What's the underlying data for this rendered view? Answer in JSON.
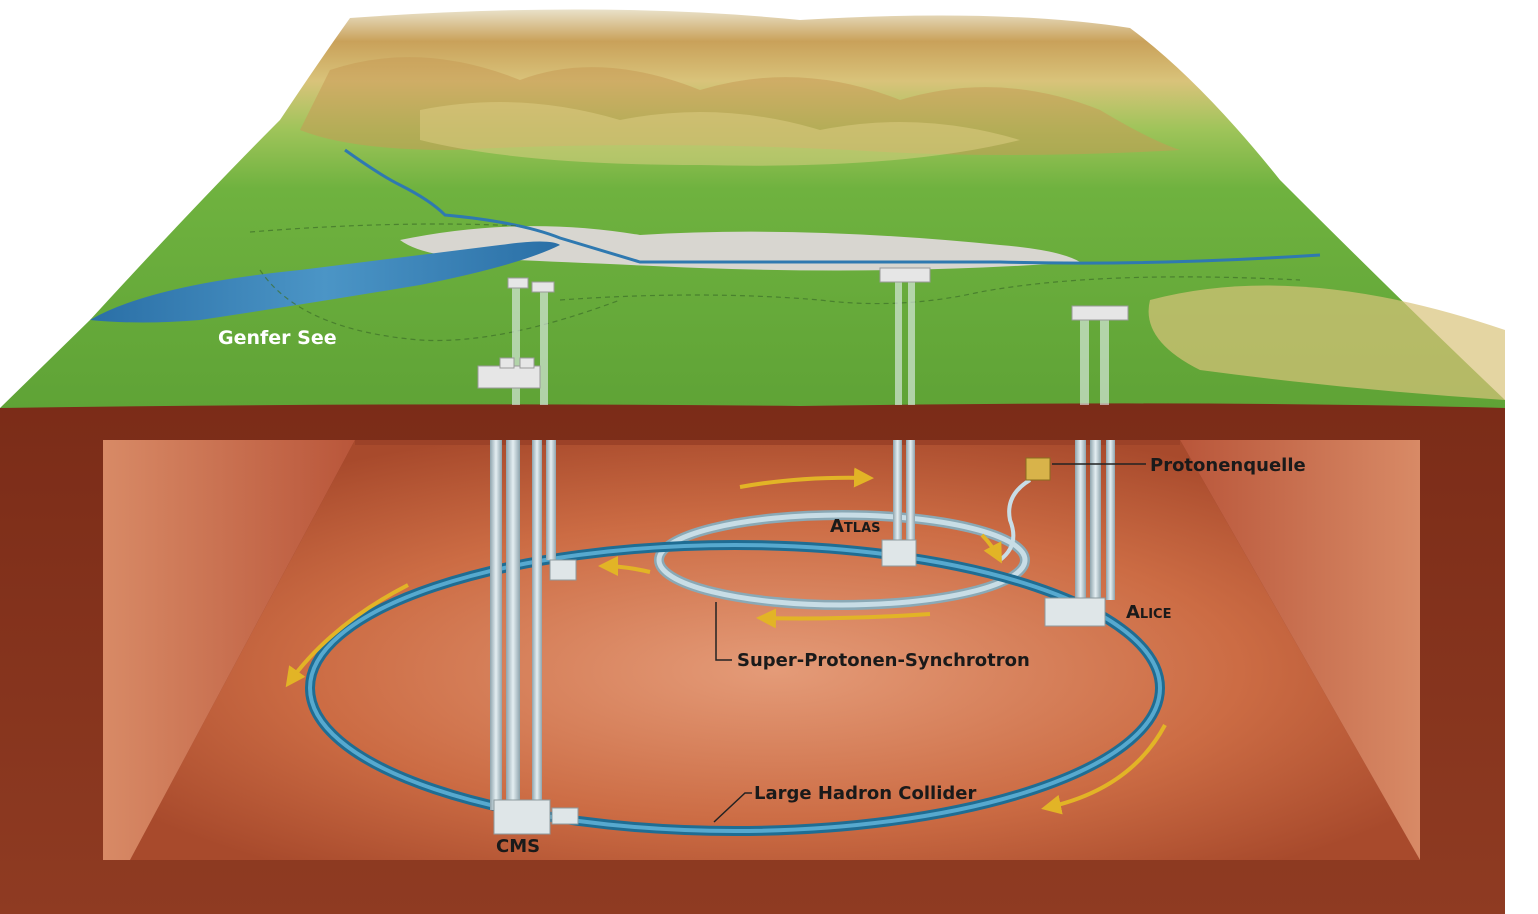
{
  "labels": {
    "lake": "Genfer See",
    "proton_source": "Protonenquelle",
    "atlas": "Atlas",
    "alice": "Alice",
    "sps": "Super-Protonen-Synchrotron",
    "lhc": "Large Hadron Collider",
    "cms": "CMS"
  },
  "colors": {
    "terrain_green": "#6fb23f",
    "terrain_hills": "#c9a15a",
    "soil": "#8a3a22",
    "pit_floor": "#c8673f",
    "ring": "#3c8fb5",
    "sps_ring": "#b7d3df",
    "lake": "#2f79b0",
    "arrow": "#e2b426"
  },
  "icons": [
    "direction-arrow-icon",
    "proton-source-box-icon"
  ]
}
